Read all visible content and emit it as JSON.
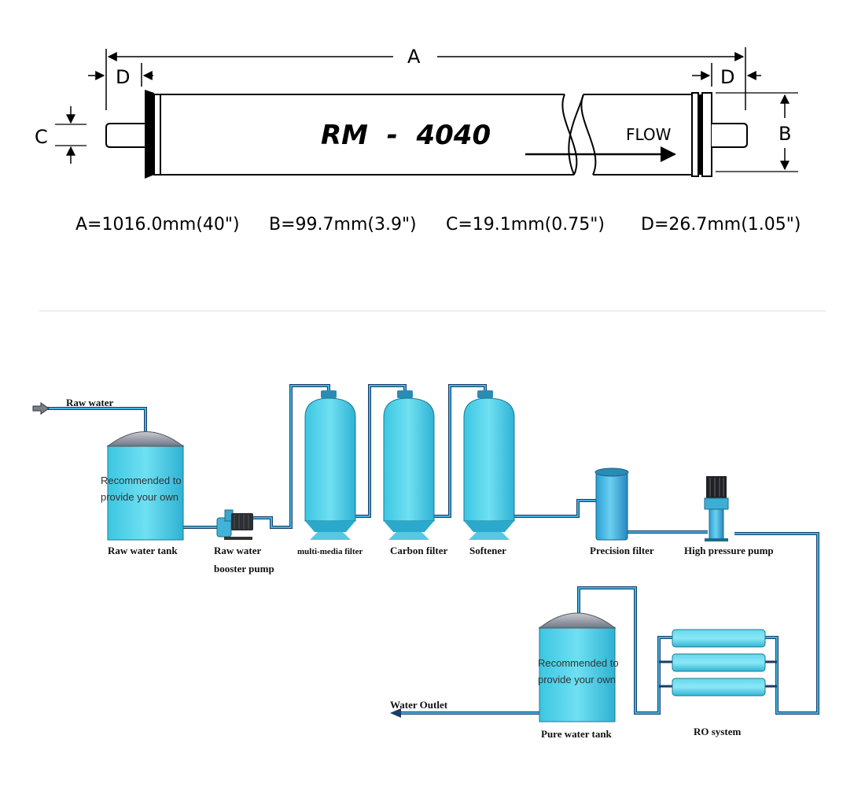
{
  "membrane": {
    "model": "RM  -  4040",
    "flow_label": "FLOW",
    "dim_labels": {
      "a": "A",
      "b": "B",
      "c": "C",
      "d": "D"
    },
    "specs": [
      "A=1016.0mm(40\")",
      "B=99.7mm(3.9\")",
      "C=19.1mm(0.75\")",
      "D=26.7mm(1.05\")"
    ]
  },
  "process": {
    "raw_water": "Raw water",
    "raw_tank_note_1": "Recommended to",
    "raw_tank_note_2": "provide your own",
    "raw_water_tank": "Raw water tank",
    "booster_pump_1": "Raw water",
    "booster_pump_2": "booster pump",
    "multi_media_filter": "multi-media filter",
    "carbon_filter": "Carbon filter",
    "softener": "Softener",
    "precision_filter": "Precision filter",
    "high_pressure_pump": "High pressure pump",
    "pure_tank_note_1": "Recommended to",
    "pure_tank_note_2": "provide your own",
    "pure_water_tank": "Pure water tank",
    "ro_system": "RO system",
    "water_outlet": "Water Outlet"
  },
  "colors": {
    "tank_fill": "#4fd3ea",
    "pipe": "#1c3c66",
    "dome": "#9aa0ac"
  }
}
